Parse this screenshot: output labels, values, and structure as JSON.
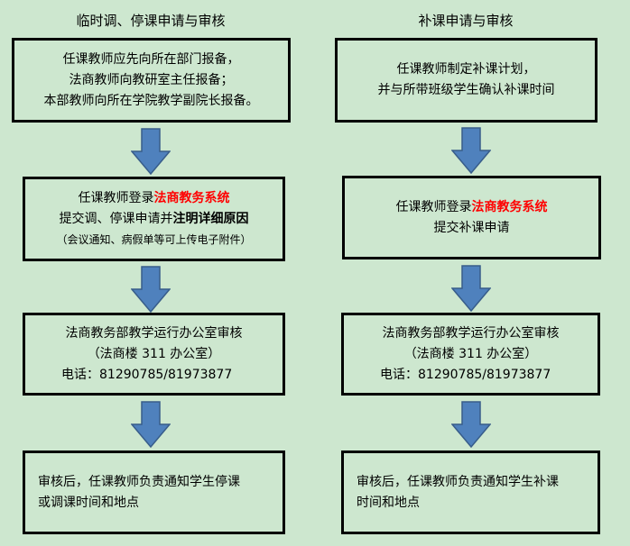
{
  "left": {
    "title": "临时调、停课申请与审核",
    "step1": [
      "任课教师应先向所在部门报备，",
      "法商教师向教研室主任报备；",
      "本部教师向所在学院教学副院长报备。"
    ],
    "step2": {
      "prefix": "任课教师登录",
      "system": "法商教务系统",
      "line2_prefix": "提交调、停课申请并",
      "line2_bold": "注明详细原因",
      "note": "（会议通知、病假单等可上传电子附件）"
    },
    "step3": [
      "法商教务部教学运行办公室审核",
      "（法商楼 311 办公室）",
      "电话：81290785/81973877"
    ],
    "step4": [
      "审核后，任课教师负责通知学生停课",
      "或调课时间和地点"
    ]
  },
  "right": {
    "title": "补课申请与审核",
    "step1": [
      "任课教师制定补课计划，",
      "并与所带班级学生确认补课时间"
    ],
    "step2": {
      "prefix": "任课教师登录",
      "system": "法商教务系统",
      "line2": "提交补课申请"
    },
    "step3": [
      "法商教务部教学运行办公室审核",
      "（法商楼 311 办公室）",
      "电话：81290785/81973877"
    ],
    "step4": [
      "审核后，任课教师负责通知学生补课",
      "时间和地点"
    ]
  },
  "colors": {
    "background": "#cde7cf",
    "arrow": "#4f81bd",
    "highlight": "#ff0000"
  }
}
